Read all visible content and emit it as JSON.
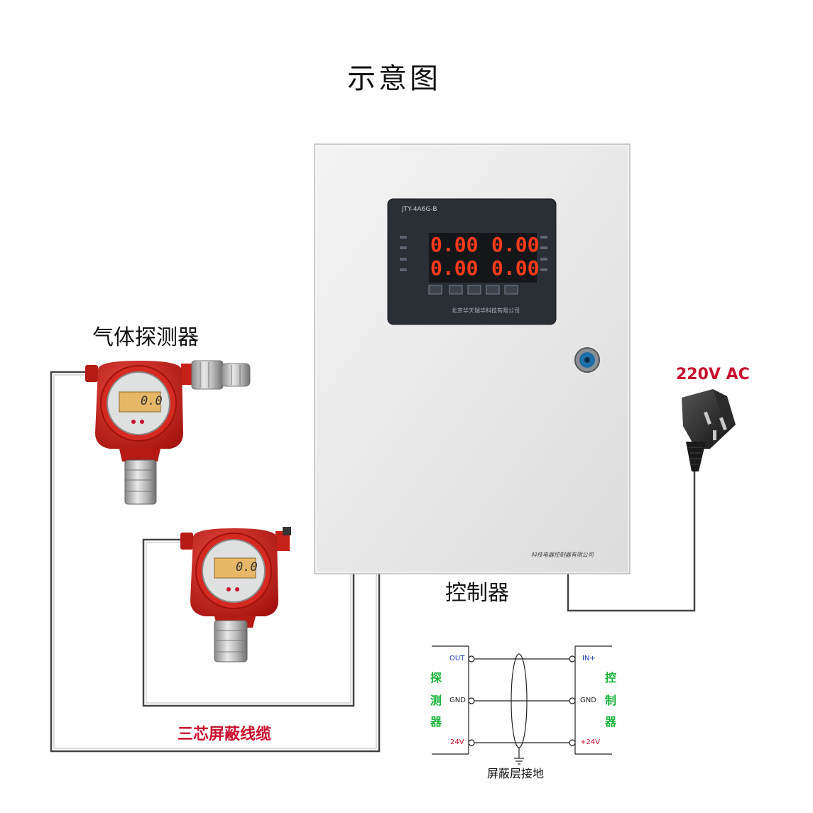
{
  "title": "示意图",
  "labels": {
    "detector": "气体探测器",
    "controller": "控制器",
    "power": "220V AC",
    "cable": "三芯屏蔽线缆"
  },
  "controller_panel": {
    "model": "JTY-4A6G-B",
    "readings": [
      "0.00",
      "0.00",
      "0.00",
      "0.00"
    ],
    "maker": "北京华天瑞华科技有限公司",
    "nameplate": "科技电器控制器有限公司"
  },
  "detectors": [
    {
      "reading": "0.0"
    },
    {
      "reading": "0.0"
    }
  ],
  "wiring": {
    "left_side": [
      "探",
      "测",
      "器"
    ],
    "right_side": [
      "控",
      "制",
      "器"
    ],
    "terminals_left": [
      "OUT",
      "GND",
      "24V"
    ],
    "terminals_right": [
      "IN+",
      "GND",
      "+24V"
    ],
    "shield_caption": "屏蔽层接地"
  },
  "colors": {
    "accent_red": "#c8102e",
    "led_red": "#ff3b1a",
    "side_green": "#19b43a",
    "terminal_blue": "#1b3fb0"
  }
}
